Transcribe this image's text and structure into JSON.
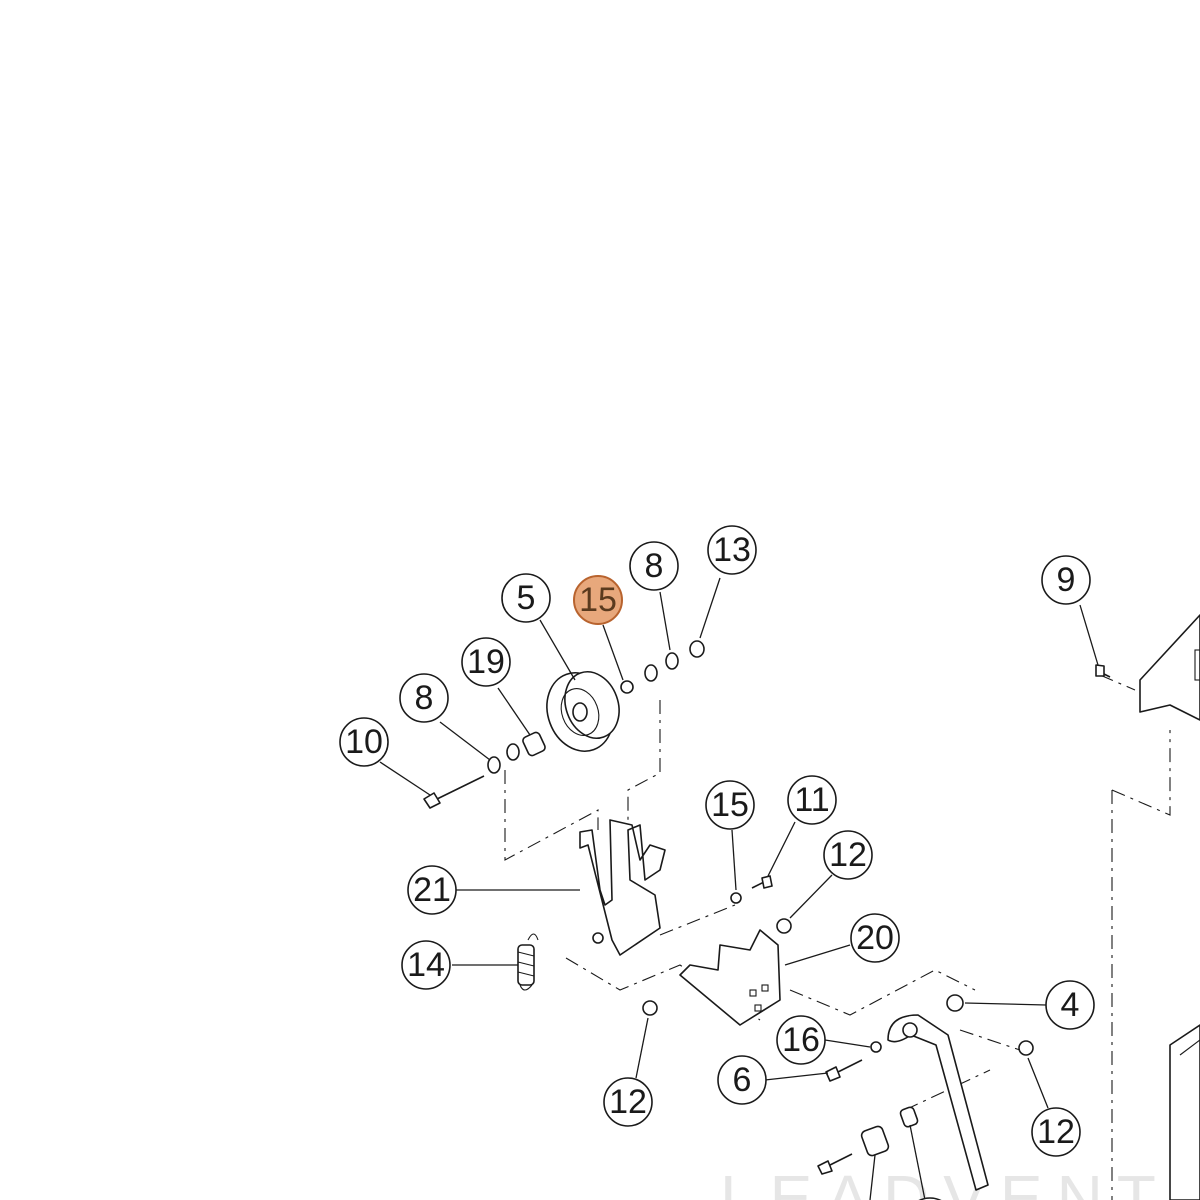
{
  "callouts": [
    {
      "id": "c-5",
      "label": "5",
      "active": false
    },
    {
      "id": "c-15a",
      "label": "15",
      "active": true
    },
    {
      "id": "c-8a",
      "label": "8",
      "active": false
    },
    {
      "id": "c-13",
      "label": "13",
      "active": false
    },
    {
      "id": "c-19",
      "label": "19",
      "active": false
    },
    {
      "id": "c-8b",
      "label": "8",
      "active": false
    },
    {
      "id": "c-10",
      "label": "10",
      "active": false
    },
    {
      "id": "c-9",
      "label": "9",
      "active": false
    },
    {
      "id": "c-15b",
      "label": "15",
      "active": false
    },
    {
      "id": "c-11",
      "label": "11",
      "active": false
    },
    {
      "id": "c-12a",
      "label": "12",
      "active": false
    },
    {
      "id": "c-21",
      "label": "21",
      "active": false
    },
    {
      "id": "c-20",
      "label": "20",
      "active": false
    },
    {
      "id": "c-14",
      "label": "14",
      "active": false
    },
    {
      "id": "c-4",
      "label": "4",
      "active": false
    },
    {
      "id": "c-16",
      "label": "16",
      "active": false
    },
    {
      "id": "c-6",
      "label": "6",
      "active": false
    },
    {
      "id": "c-12b",
      "label": "12",
      "active": false
    },
    {
      "id": "c-12c",
      "label": "12",
      "active": false
    }
  ],
  "watermark": {
    "text": "LEADVENTURE"
  },
  "colors": {
    "highlight_fill": "#e8a87c",
    "highlight_stroke": "#b8632e",
    "line": "#1a1a1a"
  }
}
